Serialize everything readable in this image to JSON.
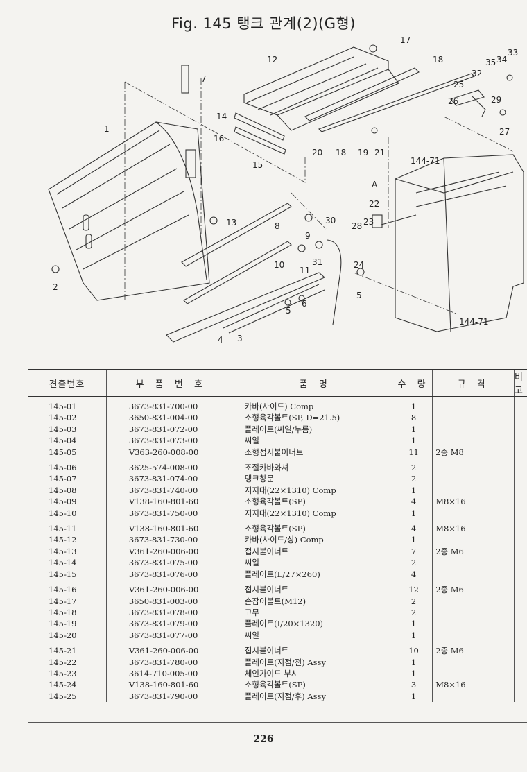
{
  "title": "Fig. 145  탱크 관계(2)(G형)",
  "diagram": {
    "callouts": [
      "1",
      "2",
      "3",
      "4",
      "5",
      "5",
      "6",
      "7",
      "8",
      "9",
      "10",
      "11",
      "12",
      "13",
      "14",
      "15",
      "16",
      "17",
      "18",
      "18",
      "19",
      "20",
      "21",
      "22",
      "23",
      "24",
      "25",
      "26",
      "27",
      "28",
      "29",
      "30",
      "31",
      "32",
      "33",
      "34",
      "35",
      "144-71",
      "144-71",
      "A"
    ]
  },
  "table": {
    "headers": [
      "견출번호",
      "부 품 번 호",
      "품 명",
      "수 량",
      "규 격",
      "비 고"
    ],
    "groups": [
      [
        {
          "no": "145-01",
          "part": "3673-831-700-00",
          "name": "카바(사이드) Comp",
          "qty": "1",
          "spec": ""
        },
        {
          "no": "145-02",
          "part": "3650-831-004-00",
          "name": "소형육각볼트(SP, D=21.5)",
          "qty": "8",
          "spec": ""
        },
        {
          "no": "145-03",
          "part": "3673-831-072-00",
          "name": "플레이트(씨일/누름)",
          "qty": "1",
          "spec": ""
        },
        {
          "no": "145-04",
          "part": "3673-831-073-00",
          "name": "씨일",
          "qty": "1",
          "spec": ""
        },
        {
          "no": "145-05",
          "part": "V363-260-008-00",
          "name": "소형접시붙이너트",
          "qty": "11",
          "spec": "2종 M8"
        }
      ],
      [
        {
          "no": "145-06",
          "part": "3625-574-008-00",
          "name": "조절카바와셔",
          "qty": "2",
          "spec": ""
        },
        {
          "no": "145-07",
          "part": "3673-831-074-00",
          "name": "탱크창문",
          "qty": "2",
          "spec": ""
        },
        {
          "no": "145-08",
          "part": "3673-831-740-00",
          "name": "지지대(22×1310) Comp",
          "qty": "1",
          "spec": ""
        },
        {
          "no": "145-09",
          "part": "V138-160-801-60",
          "name": "소형육각볼트(SP)",
          "qty": "4",
          "spec": "M8×16"
        },
        {
          "no": "145-10",
          "part": "3673-831-750-00",
          "name": "지지대(22×1310) Comp",
          "qty": "1",
          "spec": ""
        }
      ],
      [
        {
          "no": "145-11",
          "part": "V138-160-801-60",
          "name": "소형육각볼트(SP)",
          "qty": "4",
          "spec": "M8×16"
        },
        {
          "no": "145-12",
          "part": "3673-831-730-00",
          "name": "카바(사이드/상) Comp",
          "qty": "1",
          "spec": ""
        },
        {
          "no": "145-13",
          "part": "V361-260-006-00",
          "name": "접시붙이너트",
          "qty": "7",
          "spec": "2종 M6"
        },
        {
          "no": "145-14",
          "part": "3673-831-075-00",
          "name": "씨일",
          "qty": "2",
          "spec": ""
        },
        {
          "no": "145-15",
          "part": "3673-831-076-00",
          "name": "플레이트(L/27×260)",
          "qty": "4",
          "spec": ""
        }
      ],
      [
        {
          "no": "145-16",
          "part": "V361-260-006-00",
          "name": "접시붙이너트",
          "qty": "12",
          "spec": "2종 M6"
        },
        {
          "no": "145-17",
          "part": "3650-831-003-00",
          "name": "손잡이볼트(M12)",
          "qty": "2",
          "spec": ""
        },
        {
          "no": "145-18",
          "part": "3673-831-078-00",
          "name": "고무",
          "qty": "2",
          "spec": ""
        },
        {
          "no": "145-19",
          "part": "3673-831-079-00",
          "name": "플레이트(I/20×1320)",
          "qty": "1",
          "spec": ""
        },
        {
          "no": "145-20",
          "part": "3673-831-077-00",
          "name": "씨일",
          "qty": "1",
          "spec": ""
        }
      ],
      [
        {
          "no": "145-21",
          "part": "V361-260-006-00",
          "name": "접시붙이너트",
          "qty": "10",
          "spec": "2종 M6"
        },
        {
          "no": "145-22",
          "part": "3673-831-780-00",
          "name": "플레이트(지점/전) Assy",
          "qty": "1",
          "spec": ""
        },
        {
          "no": "145-23",
          "part": "3614-710-005-00",
          "name": "체인가이드 부시",
          "qty": "1",
          "spec": ""
        },
        {
          "no": "145-24",
          "part": "V138-160-801-60",
          "name": "소형육각볼트(SP)",
          "qty": "3",
          "spec": "M8×16"
        },
        {
          "no": "145-25",
          "part": "3673-831-790-00",
          "name": "플레이트(지점/후) Assy",
          "qty": "1",
          "spec": ""
        }
      ]
    ]
  },
  "page_number": "226"
}
